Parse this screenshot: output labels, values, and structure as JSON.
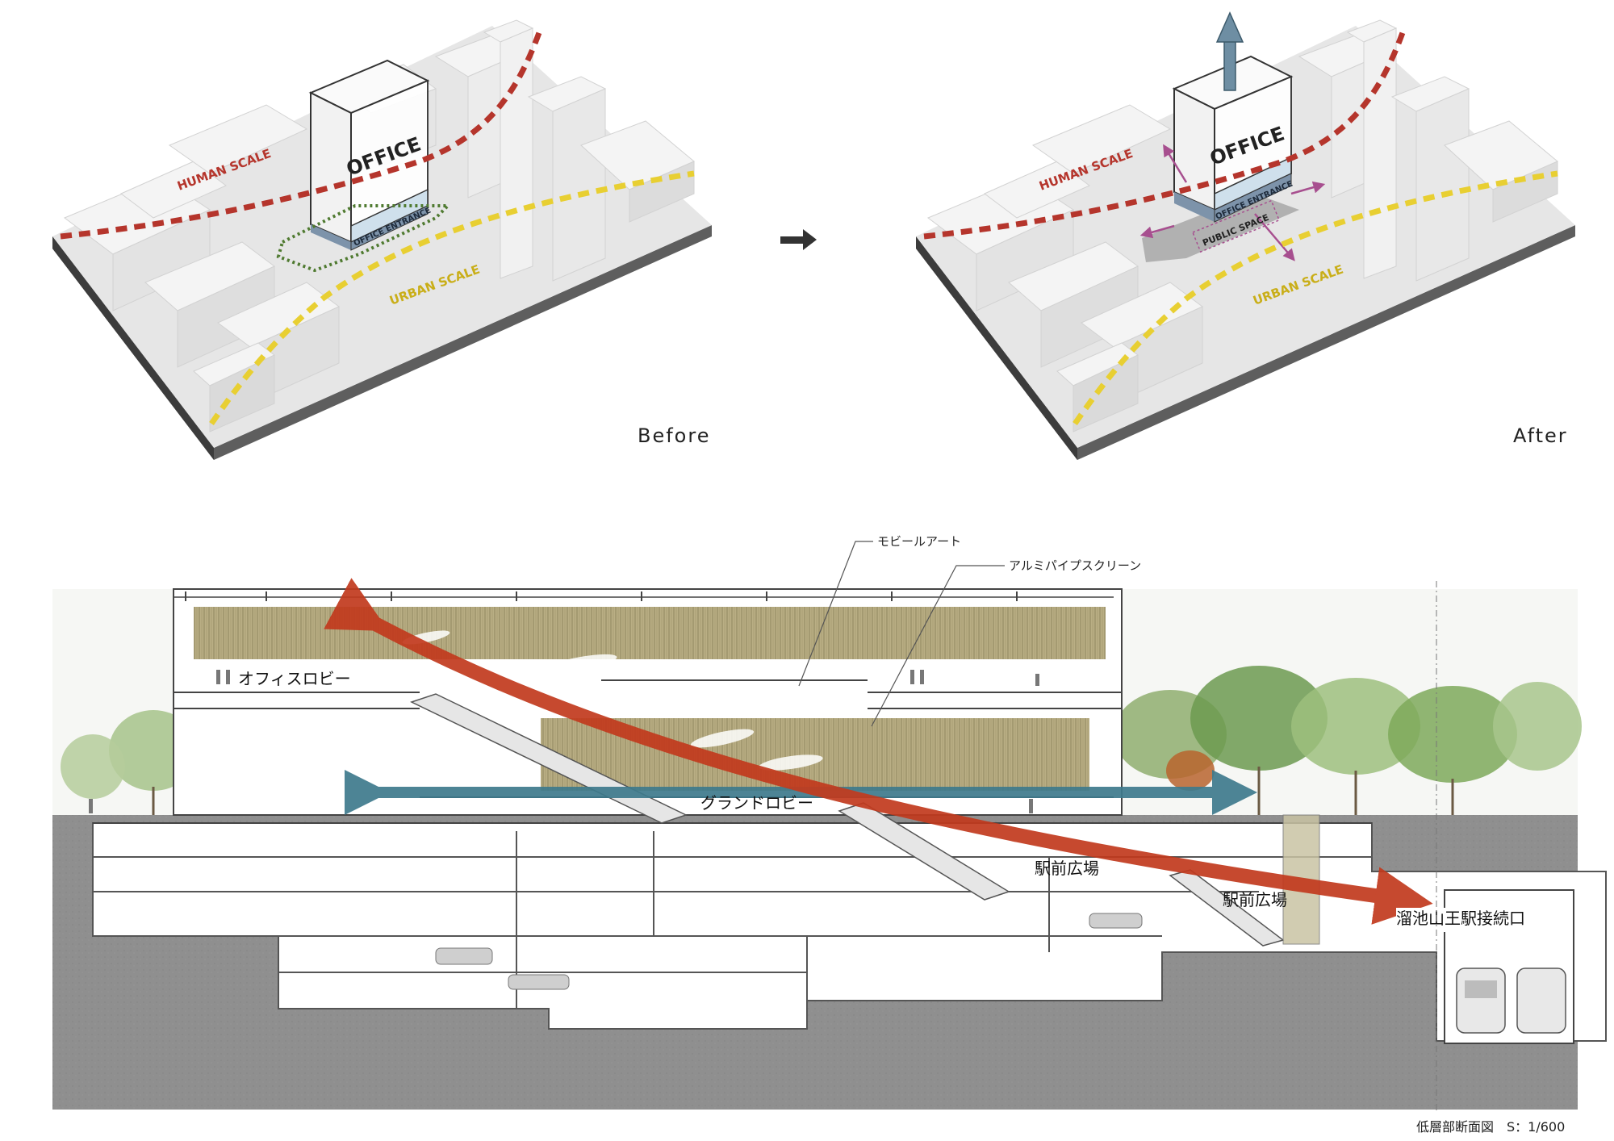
{
  "top_diagrams": {
    "before": {
      "caption": "Before",
      "office_label": "OFFICE",
      "entrance_label": "OFFICE ENTRANCE",
      "human_scale": "HUMAN SCALE",
      "urban_scale": "URBAN SCALE"
    },
    "after": {
      "caption": "After",
      "office_label": "OFFICE",
      "entrance_label": "OFFICE ENTRANCE",
      "public_space_label": "PUBLIC SPACE",
      "human_scale": "HUMAN SCALE",
      "urban_scale": "URBAN SCALE"
    }
  },
  "section": {
    "callouts": {
      "mobile_art": "モビールアート",
      "alumi_screen": "アルミパイプスクリーン"
    },
    "labels": {
      "office_lobby": "オフィスロビー",
      "grand_lobby": "グランドロビー",
      "station_plaza_1": "駅前広場",
      "station_plaza_2": "駅前広場",
      "station_connection": "溜池山王駅接続口"
    },
    "caption": "低層部断面図　S：1/600"
  },
  "colors": {
    "human_scale": "#b5352c",
    "urban_scale": "#e8cf32",
    "flow_red": "#c23a1e",
    "flow_blue": "#3e7a8c",
    "ground": "#8c8c8c",
    "screen": "#b7ad82",
    "public_space": "#a74f8f",
    "entrance_band": "#7d93aa",
    "green_outline": "#4f7a30"
  }
}
